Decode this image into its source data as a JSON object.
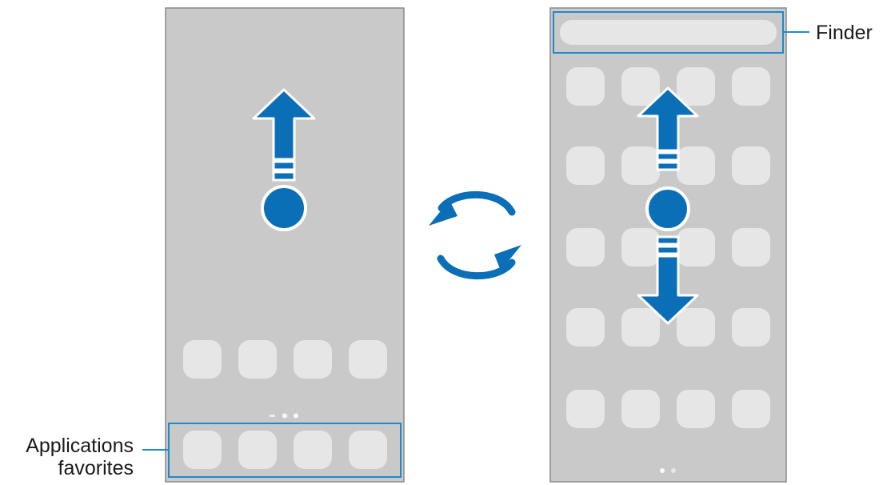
{
  "labels": {
    "finder": "Finder",
    "favorites_line1": "Applications",
    "favorites_line2": "favorites"
  },
  "icons": {
    "swipe_up": "swipe-up-arrow-icon",
    "swipe_up_down": "swipe-up-down-arrow-icon",
    "switch": "rotate-switch-icon"
  },
  "colors": {
    "screen": "#c9c9c9",
    "app_tile": "#e6e6e6",
    "accent": "#0b6fb8",
    "callout_line": "#1f8ac9",
    "frame": "#8a8a8a"
  }
}
